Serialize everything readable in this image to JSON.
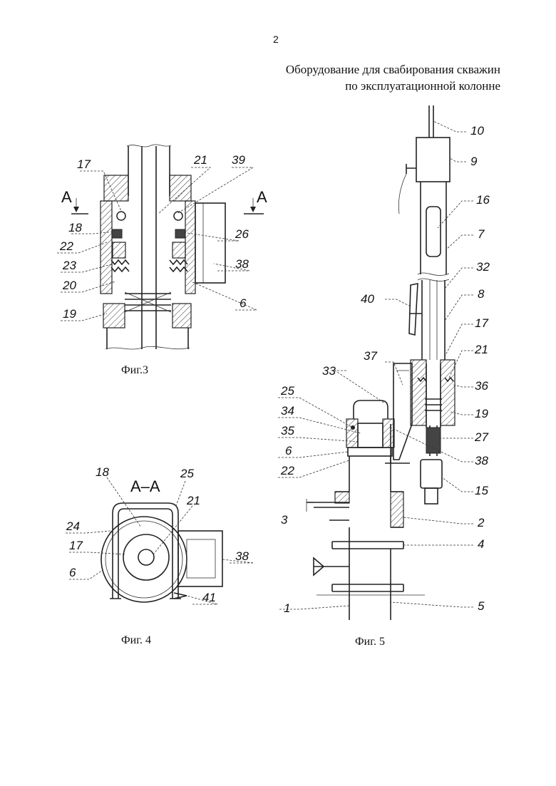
{
  "page_number": "2",
  "title_line1": "Оборудование для свабирования скважин",
  "title_line2": "по эксплуатационной колонне",
  "figures": {
    "fig3": {
      "caption": "Фиг.3",
      "section_marks": [
        "A",
        "A"
      ],
      "labels": [
        "17",
        "21",
        "39",
        "18",
        "26",
        "22",
        "38",
        "23",
        "20",
        "6",
        "19"
      ]
    },
    "fig4": {
      "caption": "Фиг. 4",
      "section_title": "A–A",
      "labels": [
        "18",
        "25",
        "21",
        "24",
        "17",
        "38",
        "6",
        "41"
      ]
    },
    "fig5": {
      "caption": "Фиг. 5",
      "labels": [
        "10",
        "9",
        "16",
        "7",
        "32",
        "40",
        "8",
        "17",
        "21",
        "37",
        "33",
        "36",
        "25",
        "34",
        "19",
        "35",
        "27",
        "6",
        "38",
        "22",
        "15",
        "3",
        "2",
        "4",
        "1",
        "5"
      ]
    }
  }
}
